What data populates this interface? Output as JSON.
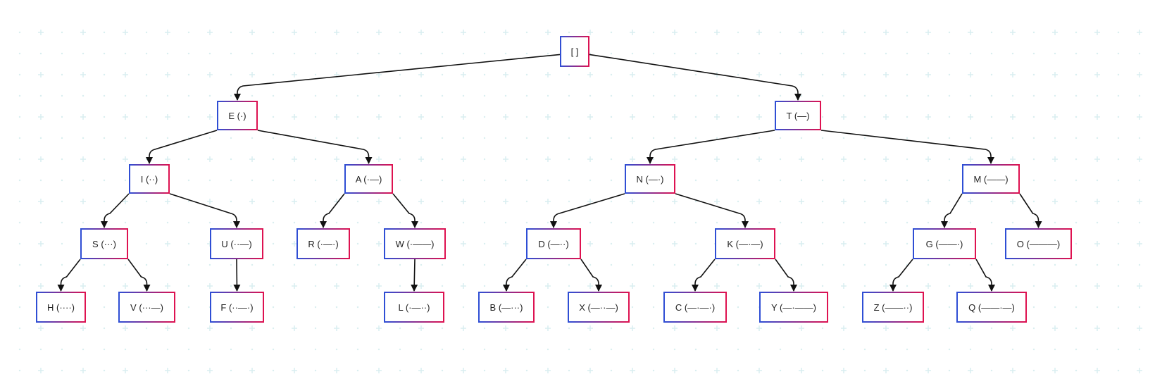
{
  "diagram": {
    "colors": {
      "border_start": "#2d4fd6",
      "border_end": "#e0114f",
      "edge": "#111111",
      "grid_mark": "#d9eef0"
    },
    "nodes": [
      {
        "id": "root",
        "label": "[ ]"
      },
      {
        "id": "E",
        "label": "E (·)"
      },
      {
        "id": "T",
        "label": "T (—)"
      },
      {
        "id": "I",
        "label": "I (··)"
      },
      {
        "id": "A",
        "label": "A (·—)"
      },
      {
        "id": "N",
        "label": "N (—·)"
      },
      {
        "id": "M",
        "label": "M (——)"
      },
      {
        "id": "S",
        "label": "S (···)"
      },
      {
        "id": "U",
        "label": "U (··—)"
      },
      {
        "id": "R",
        "label": "R (·—·)"
      },
      {
        "id": "W",
        "label": "W (·——)"
      },
      {
        "id": "D",
        "label": "D (—··)"
      },
      {
        "id": "K",
        "label": "K (—·—)"
      },
      {
        "id": "G",
        "label": "G (——·)"
      },
      {
        "id": "O",
        "label": "O (———)"
      },
      {
        "id": "H",
        "label": "H (····)"
      },
      {
        "id": "V",
        "label": "V (···—)"
      },
      {
        "id": "F",
        "label": "F (··—·)"
      },
      {
        "id": "L",
        "label": "L (·—··)"
      },
      {
        "id": "B",
        "label": "B (—···)"
      },
      {
        "id": "X",
        "label": "X (—··—)"
      },
      {
        "id": "C",
        "label": "C (—·—·)"
      },
      {
        "id": "Y",
        "label": "Y (—·——)"
      },
      {
        "id": "Z",
        "label": "Z (——··)"
      },
      {
        "id": "Q",
        "label": "Q (——·—)"
      }
    ],
    "edges": [
      [
        "root",
        "E"
      ],
      [
        "root",
        "T"
      ],
      [
        "E",
        "I"
      ],
      [
        "E",
        "A"
      ],
      [
        "T",
        "N"
      ],
      [
        "T",
        "M"
      ],
      [
        "I",
        "S"
      ],
      [
        "I",
        "U"
      ],
      [
        "A",
        "R"
      ],
      [
        "A",
        "W"
      ],
      [
        "N",
        "D"
      ],
      [
        "N",
        "K"
      ],
      [
        "M",
        "G"
      ],
      [
        "M",
        "O"
      ],
      [
        "S",
        "H"
      ],
      [
        "S",
        "V"
      ],
      [
        "U",
        "F"
      ],
      [
        "W",
        "L"
      ],
      [
        "D",
        "B"
      ],
      [
        "D",
        "X"
      ],
      [
        "K",
        "C"
      ],
      [
        "K",
        "Y"
      ],
      [
        "G",
        "Z"
      ],
      [
        "G",
        "Q"
      ]
    ]
  }
}
